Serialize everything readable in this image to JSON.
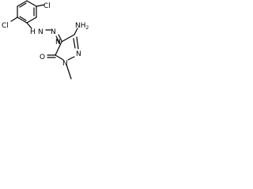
{
  "molecule": {
    "labels": {
      "cl_top": "Cl",
      "cl_left": "Cl",
      "hydrazine_h": "H",
      "hydrazine_n1": "N",
      "hydrazine_n2": "N",
      "hydrazone_n": "N",
      "amino": "NH",
      "amino_sub": "2",
      "ring_n1": "N",
      "ring_n2": "N",
      "carbonyl_o": "O"
    },
    "colors": {
      "ink": "#000000",
      "background": "#ffffff"
    }
  }
}
